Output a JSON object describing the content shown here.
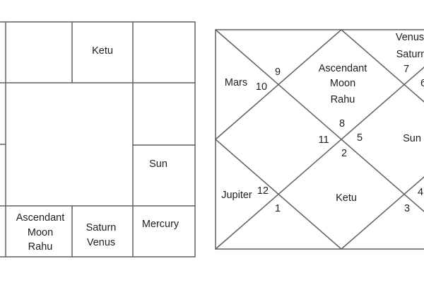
{
  "south_chart": {
    "cells": {
      "top_3": [
        "Ketu"
      ],
      "right_3": [
        "Sun"
      ],
      "bottom_2": [
        "Ascendant",
        "Moon",
        "Rahu"
      ],
      "bottom_3": [
        "Saturn",
        "Venus"
      ],
      "bottom_4": [
        "Mercury"
      ]
    }
  },
  "north_chart": {
    "house_numbers": [
      "1",
      "2",
      "3",
      "4",
      "5",
      "6",
      "7",
      "8",
      "9",
      "10",
      "11",
      "12"
    ],
    "planets": {
      "h8": [
        "Ascendant",
        "Moon",
        "Rahu"
      ],
      "h10": [
        "Mars"
      ],
      "h7": [
        "Venus",
        "Saturn"
      ],
      "h5": [
        "Sun"
      ],
      "h12": [
        "Jupiter"
      ],
      "h2": [
        "Ketu"
      ]
    }
  }
}
